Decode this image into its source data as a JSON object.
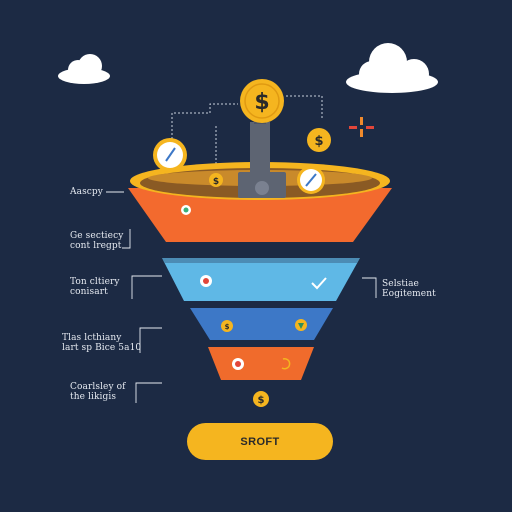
{
  "funnel": {
    "top_coin_symbol": "$",
    "small_coin_symbol": "$",
    "bottom_coin_symbol": "$",
    "rim_coin_symbol": "$",
    "left_labels": [
      {
        "lines": [
          "Aascpy"
        ]
      },
      {
        "lines": [
          "Ge sectiecy",
          "cont lregpt"
        ]
      },
      {
        "lines": [
          "Ton cltiery",
          "conisart"
        ]
      },
      {
        "lines": [
          "Tlas lcthiany",
          "lart sp Bice 5a10"
        ]
      },
      {
        "lines": [
          "Coarlsley of",
          "the likigis"
        ]
      }
    ],
    "right_labels": [
      {
        "lines": [
          "Selstiae",
          "Eogitement"
        ]
      }
    ],
    "layer_colors": [
      "#f36a2e",
      "#5fb8e6",
      "#3d78c7",
      "#f06b2c"
    ],
    "accent_yellow": "#f5b51f",
    "background": "#1c2a44"
  },
  "cta": {
    "label": "SROFT"
  }
}
